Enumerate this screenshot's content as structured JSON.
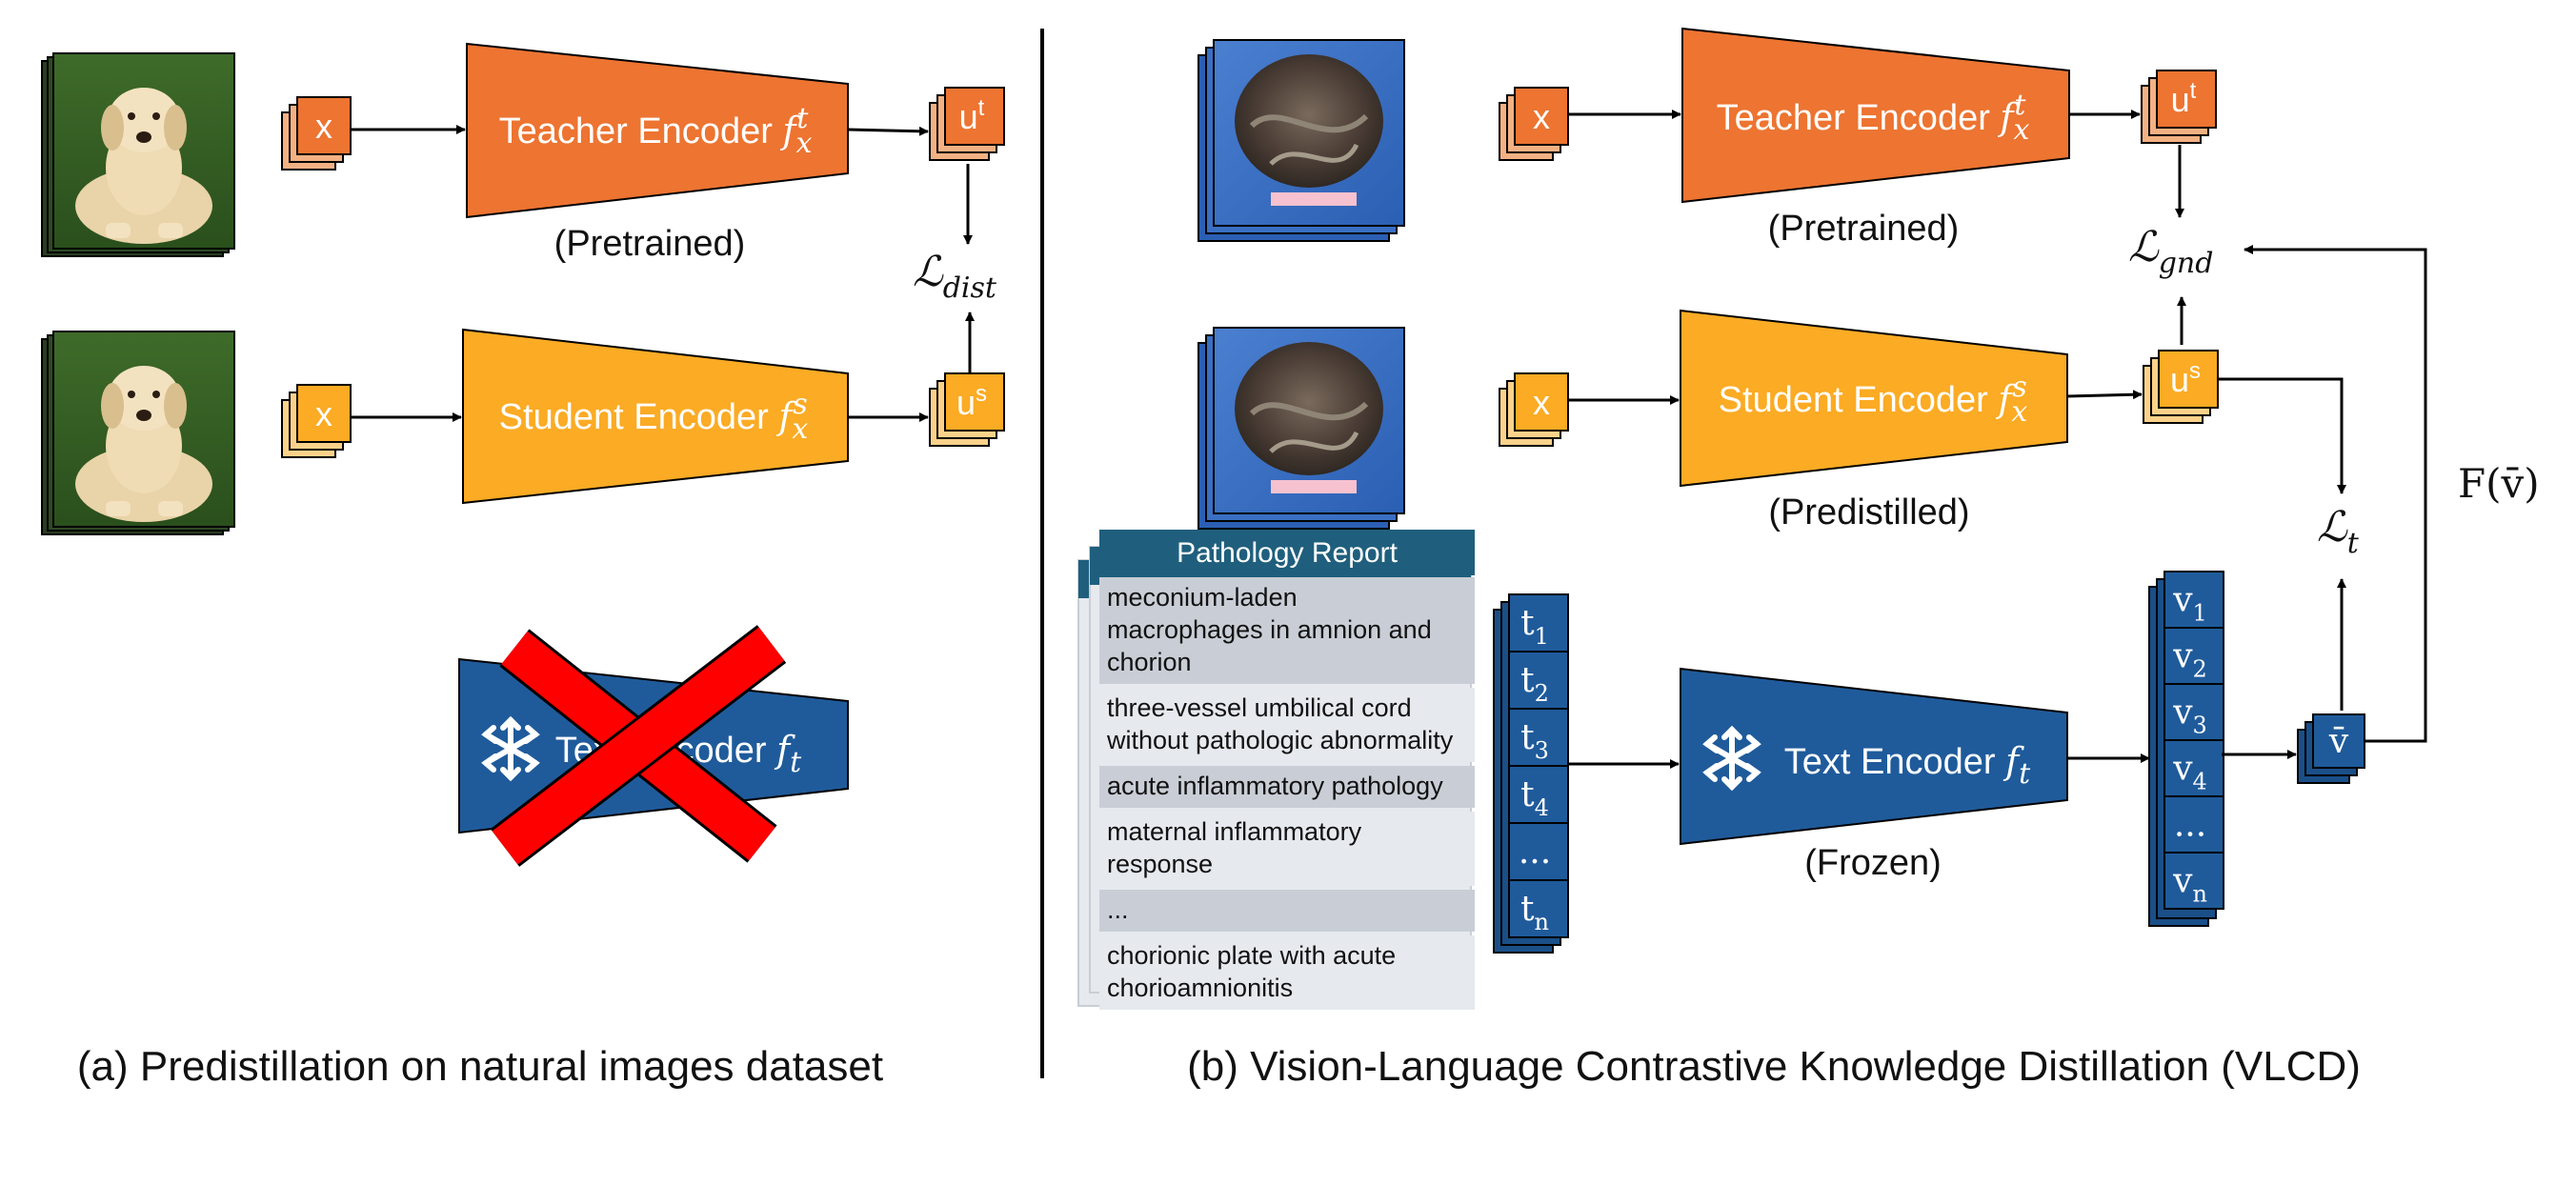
{
  "colors": {
    "teacher": "#ed7431",
    "teacher_light": "#f4b183",
    "student": "#fbab24",
    "student_light": "#fcd28a",
    "frozen": "#1f5b9b",
    "frozen_dark": "#1a4f88",
    "header": "#1f5f7d",
    "row_dark": "#c9ced6",
    "row_light": "#e6e9ee",
    "cross": "#ff0000"
  },
  "panel_a": {
    "caption": "(a) Predistillation on natural images dataset",
    "teacher": {
      "input": "x",
      "label": "Teacher Encoder ",
      "func": "f",
      "func_sub": "x",
      "func_sup": "t",
      "status": "(Pretrained)",
      "output": "u",
      "output_sup": "t"
    },
    "student": {
      "input": "x",
      "label": "Student Encoder ",
      "func": "f",
      "func_sub": "x",
      "func_sup": "s",
      "output": "u",
      "output_sup": "s"
    },
    "text_encoder": {
      "label": "Text Encoder ",
      "func": "f",
      "func_sub": "t",
      "icon": "snowflake-icon"
    },
    "loss": {
      "symbol": "ℒ",
      "sub": "dist"
    }
  },
  "panel_b": {
    "caption": "(b) Vision-Language Contrastive Knowledge Distillation (VLCD)",
    "teacher": {
      "input": "x",
      "label": "Teacher Encoder ",
      "func": "f",
      "func_sub": "x",
      "func_sup": "t",
      "status": "(Pretrained)",
      "output": "u",
      "output_sup": "t"
    },
    "student": {
      "input": "x",
      "label": "Student Encoder ",
      "func": "f",
      "func_sub": "x",
      "func_sup": "s",
      "status": "(Predistilled)",
      "output": "u",
      "output_sup": "s"
    },
    "text_encoder": {
      "label": "Text Encoder ",
      "func": "f",
      "func_sub": "t",
      "status": "(Frozen)",
      "icon": "snowflake-icon"
    },
    "report": {
      "title": "Pathology Report",
      "rows": [
        [
          "meconium-laden",
          "macrophages in amnion and",
          "chorion"
        ],
        [
          "three-vessel umbilical cord",
          "without pathologic abnormality"
        ],
        [
          "acute inflammatory pathology"
        ],
        [
          "maternal inflammatory",
          "response"
        ],
        [
          "..."
        ],
        [
          "chorionic plate with acute",
          "chorioamnionitis"
        ]
      ]
    },
    "tokens": {
      "base": "t",
      "subs": [
        "1",
        "2",
        "3",
        "4",
        "",
        "n"
      ],
      "ellipsis": "..."
    },
    "vectors": {
      "base": "v",
      "subs": [
        "1",
        "2",
        "3",
        "4",
        "",
        "n"
      ],
      "ellipsis": "...",
      "mean": "v̄"
    },
    "loss_gnd": {
      "symbol": "ℒ",
      "sub": "gnd"
    },
    "loss_t": {
      "symbol": "ℒ",
      "sub": "t"
    },
    "pooling": {
      "label": "F(v̄)"
    }
  }
}
